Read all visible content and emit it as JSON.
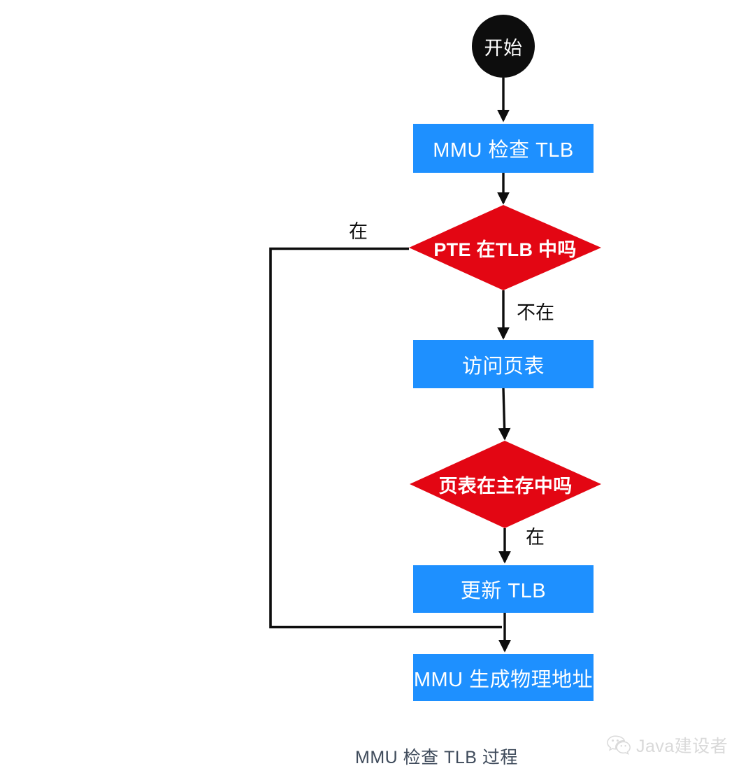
{
  "diagram": {
    "caption": "MMU 检查 TLB 过程",
    "colors": {
      "process_fill": "#1e90ff",
      "decision_fill": "#e30613",
      "start_fill": "#0d0d0d",
      "edge_stroke": "#0d0d0d",
      "node_text": "#ffffff",
      "caption_text": "#3f4b5b",
      "watermark_text": "#d8d8d8",
      "background": "#ffffff"
    },
    "nodes": [
      {
        "id": "start",
        "type": "start",
        "label": "开始"
      },
      {
        "id": "check",
        "type": "process",
        "label": "MMU 检查 TLB"
      },
      {
        "id": "pte",
        "type": "decision",
        "label": "PTE 在TLB 中吗"
      },
      {
        "id": "visit",
        "type": "process",
        "label": "访问页表"
      },
      {
        "id": "mem",
        "type": "decision",
        "label": "页表在主存中吗"
      },
      {
        "id": "update",
        "type": "process",
        "label": "更新 TLB"
      },
      {
        "id": "physaddr",
        "type": "process",
        "label": "MMU 生成物理地址"
      }
    ],
    "edges": [
      {
        "from": "start",
        "to": "check",
        "label": ""
      },
      {
        "from": "check",
        "to": "pte",
        "label": ""
      },
      {
        "from": "pte",
        "to": "physaddr",
        "label": "在"
      },
      {
        "from": "pte",
        "to": "visit",
        "label": "不在"
      },
      {
        "from": "visit",
        "to": "mem",
        "label": ""
      },
      {
        "from": "mem",
        "to": "update",
        "label": "在"
      },
      {
        "from": "update",
        "to": "physaddr",
        "label": ""
      }
    ]
  },
  "watermark": {
    "text": "Java建设者",
    "icon": "wechat-icon"
  }
}
